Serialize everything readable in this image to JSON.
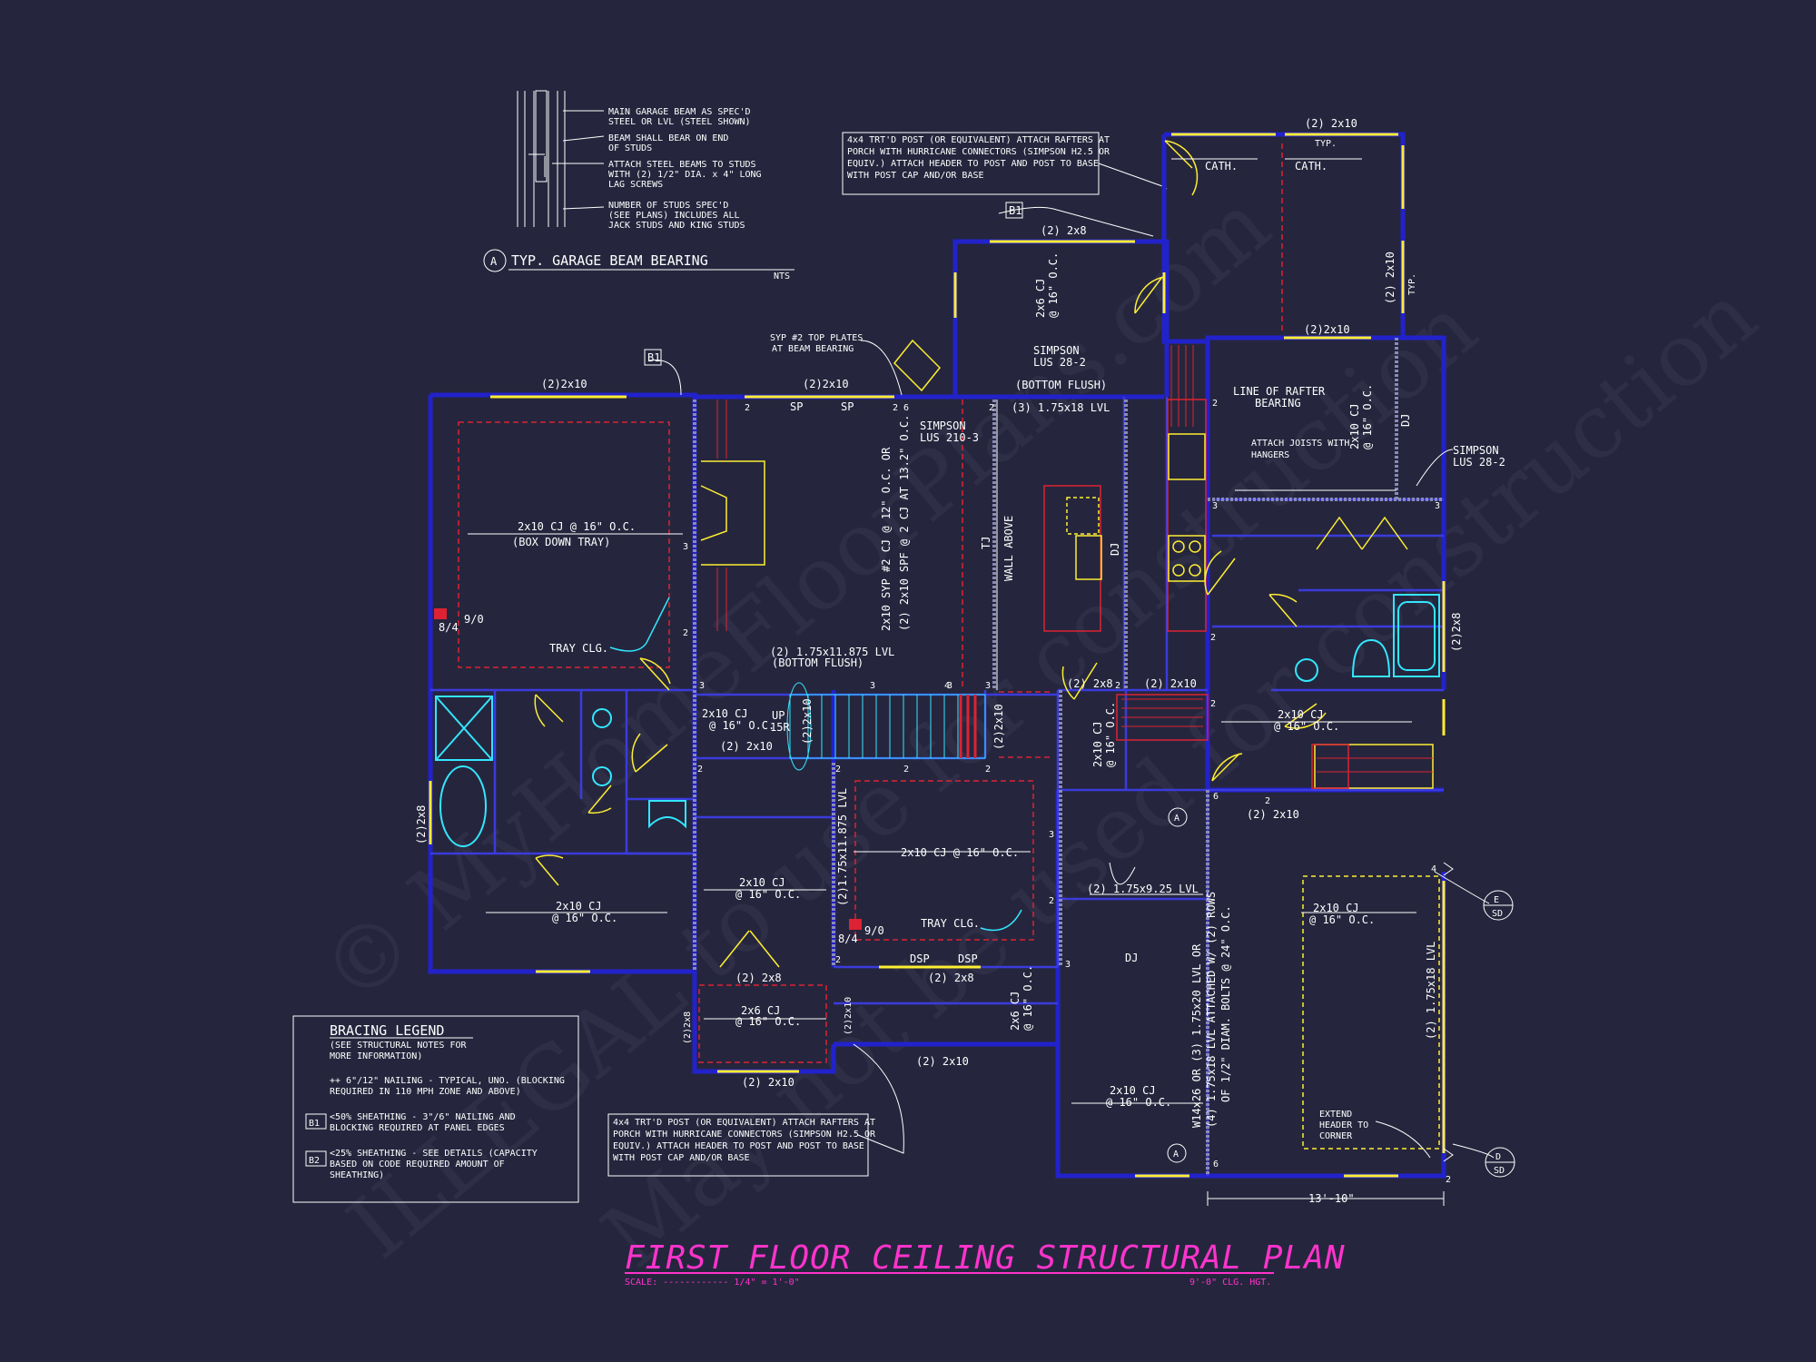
{
  "title": {
    "main": "FIRST FLOOR CEILING STRUCTURAL PLAN",
    "scale_label": "SCALE: ------------ 1/4\" = 1'-0\"",
    "ceiling_height": "9'-0\" CLG. HGT."
  },
  "watermark": [
    "© MyHomeFloorPlans.com",
    "ILLEGAL to use for construction",
    "May not be used for construction"
  ],
  "garage_beam_detail": {
    "title": "TYP. GARAGE BEAM BEARING",
    "marker": "A",
    "nts": "NTS",
    "notes": [
      [
        "MAIN GARAGE BEAM AS SPEC'D",
        "STEEL OR LVL (STEEL SHOWN)"
      ],
      [
        "BEAM SHALL BEAR ON END",
        "OF STUDS"
      ],
      [
        "ATTACH STEEL BEAMS TO STUDS",
        "WITH (2) 1/2\" DIA. x 4\" LONG",
        "LAG SCREWS"
      ],
      [
        "NUMBER OF STUDS SPEC'D",
        "(SEE PLANS) INCLUDES ALL",
        "JACK STUDS AND KING STUDS"
      ]
    ]
  },
  "porch_note_top": [
    "4x4 TRT'D POST (OR EQUIVALENT) ATTACH RAFTERS AT",
    "PORCH WITH HURRICANE CONNECTORS (SIMPSON H2.5 OR",
    "EQUIV.) ATTACH HEADER TO POST AND POST TO BASE",
    "WITH POST CAP AND/OR BASE"
  ],
  "porch_note_bottom": [
    "4x4 TRT'D POST (OR EQUIVALENT) ATTACH RAFTERS AT",
    "PORCH WITH HURRICANE CONNECTORS (SIMPSON H2.5 OR",
    "EQUIV.) ATTACH HEADER TO POST AND POST TO BASE",
    "WITH POST CAP AND/OR BASE"
  ],
  "bracing_legend": {
    "title": "BRACING LEGEND",
    "subtitle": [
      "(SEE STRUCTURAL NOTES FOR",
      "MORE INFORMATION)"
    ],
    "items": [
      {
        "tag": "",
        "lines": [
          "++ 6\"/12\" NAILING - TYPICAL, UNO. (BLOCKING",
          "REQUIRED IN 110 MPH ZONE AND ABOVE)"
        ]
      },
      {
        "tag": "B1",
        "lines": [
          "<50% SHEATHING - 3\"/6\" NAILING AND",
          "BLOCKING REQUIRED AT PANEL EDGES"
        ]
      },
      {
        "tag": "B2",
        "lines": [
          "<25% SHEATHING - SEE DETAILS (CAPACITY",
          "BASED ON CODE REQUIRED AMOUNT OF",
          "SHEATHING)"
        ]
      }
    ]
  },
  "labels": {
    "hdr_2x10_a": "(2)2x10",
    "hdr_2x10_b": "(2)2x10",
    "b1_tag_left": "B1",
    "b1_tag_top": "B1",
    "sp1": "SP",
    "sp2": "SP",
    "syp_note": [
      "SYP #2 TOP PLATES",
      "AT BEAM BEARING"
    ],
    "hdr_2x8_porch": "(2) 2x8",
    "porch_cj": [
      "2x6 CJ",
      "@ 16\" O.C."
    ],
    "simpson_lus28_top": [
      "SIMPSON",
      "LUS 28-2"
    ],
    "bottom_flush_top": "(BOTTOM FLUSH)",
    "lvl_3_175x18": "(3) 1.75x18 LVL",
    "simpson_lus210": [
      "SIMPSON",
      "LUS 210-3"
    ],
    "cath_left": "CATH.",
    "cath_right": "CATH.",
    "hdr_2x10_top": "(2) 2x10",
    "typ_top": "TYP.",
    "typ_right": "TYP.",
    "hdr_2x10_right_v": "(2) 2x10",
    "hdr_2x10_rear": "(2)2x10",
    "line_rafter": [
      "LINE OF RAFTER",
      "BEARING"
    ],
    "attach_joists": [
      "ATTACH JOISTS WITH",
      "HANGERS"
    ],
    "joist_right_cj": [
      "2x10 CJ",
      "@ 16\" O.C."
    ],
    "dj_right": "DJ",
    "simpson_lus28_right": [
      "SIMPSON",
      "LUS 28-2"
    ],
    "hdr_2x8_right_v": "(2)2x8",
    "master_cj": [
      "2x10 CJ @ 16\" O.C.",
      "(BOX DOWN TRAY)"
    ],
    "tray_clg_1": "TRAY CLG.",
    "h84_1": "8/4",
    "h90_1": "9/0",
    "great_room_cj": [
      "2x10 SYP #2 CJ @ 12\" O.C. OR",
      "(2) 2x10 SPF @ 2 CJ AT 13.2\" O.C."
    ],
    "tj": "TJ",
    "wall_above": "WALL ABOVE",
    "dj_kitchen": "DJ",
    "lvl_stair": [
      "(2) 1.75x11.875 LVL",
      "(BOTTOM FLUSH)"
    ],
    "stair_cj": [
      "2x10 CJ",
      "@ 16\" O.C."
    ],
    "up_15r": [
      "UP",
      "15R"
    ],
    "hdr_2x10_stair": "(2) 2x10",
    "hdr_2x10_stair_v": "(2)2x10",
    "hdr_2x10_stair_v2": "(2)2x10",
    "hdr_2x8_pantry": "(2) 2x8",
    "hdr_2x10_pantry": "(2) 2x10",
    "pantry_cj": [
      "2x10 CJ",
      "@ 16\" O.C."
    ],
    "laundry_cj": [
      "2x10 CJ",
      "@ 16\" O.C."
    ],
    "a_marker_1": "A",
    "hdr_2x10_a1": "(2) 2x10",
    "hdr_2x8_master_v": "(2)2x8",
    "closet_cj": [
      "2x10 CJ",
      "@ 16\" O.C."
    ],
    "hall_cj": [
      "2x10 CJ",
      "@ 16\" O.C."
    ],
    "lvl_hall_v": "(2)1.75x11.875 LVL",
    "dining_cj": "2x10 CJ @ 16\" O.C.",
    "tray_clg_2": "TRAY CLG.",
    "h84_2": "8/4",
    "h90_2": "9/0",
    "dsp1": "DSP",
    "dsp2": "DSP",
    "hdr_2x8_front": "(2) 2x8",
    "hdr_2x8_foyer": "(2) 2x8",
    "foyer_cj": [
      "2x6 CJ",
      "@ 16\" O.C."
    ],
    "front_cj_v": [
      "2x6 CJ",
      "@ 16\" O.C."
    ],
    "hdr_2x10_front": "(2) 2x10",
    "hdr_2x10_foyer_bot": "(2) 2x10",
    "hdr_2x8_foyer_v1": "(2)2x8",
    "hdr_2x8_foyer_v2": "(2)2x10",
    "lvl_175x925": "(2) 1.75x9.25 LVL",
    "dj_garage": "DJ",
    "garage_cj_left": [
      "2x10 CJ",
      "@ 16\" O.C."
    ],
    "garage_cj_right": [
      "2x10 CJ",
      "@ 16\" O.C."
    ],
    "garage_beam": [
      "W14x26 OR (3) 1.75x20 LVL OR",
      "(4) 1.75x18 LVL ATTACHED W/ (2) ROWS",
      "OF 1/2\" DIAM. BOLTS @ 24\" O.C."
    ],
    "lvl_garage_right": "(2) 1.75x18 LVL",
    "extend_header": [
      "EXTEND",
      "HEADER TO",
      "CORNER"
    ],
    "dim_garage": "13'-10\"",
    "a_marker_2": "A",
    "section_e": [
      "E",
      "SD"
    ],
    "section_d": [
      "D",
      "SD"
    ],
    "nums": [
      "2",
      "2",
      "2",
      "6",
      "3",
      "3",
      "2",
      "3",
      "3",
      "3",
      "2",
      "4",
      "2",
      "2",
      "2",
      "2",
      "2",
      "2",
      "2",
      "3",
      "3",
      "2",
      "6",
      "3",
      "4",
      "3",
      "2",
      "6",
      "2",
      "2"
    ]
  }
}
